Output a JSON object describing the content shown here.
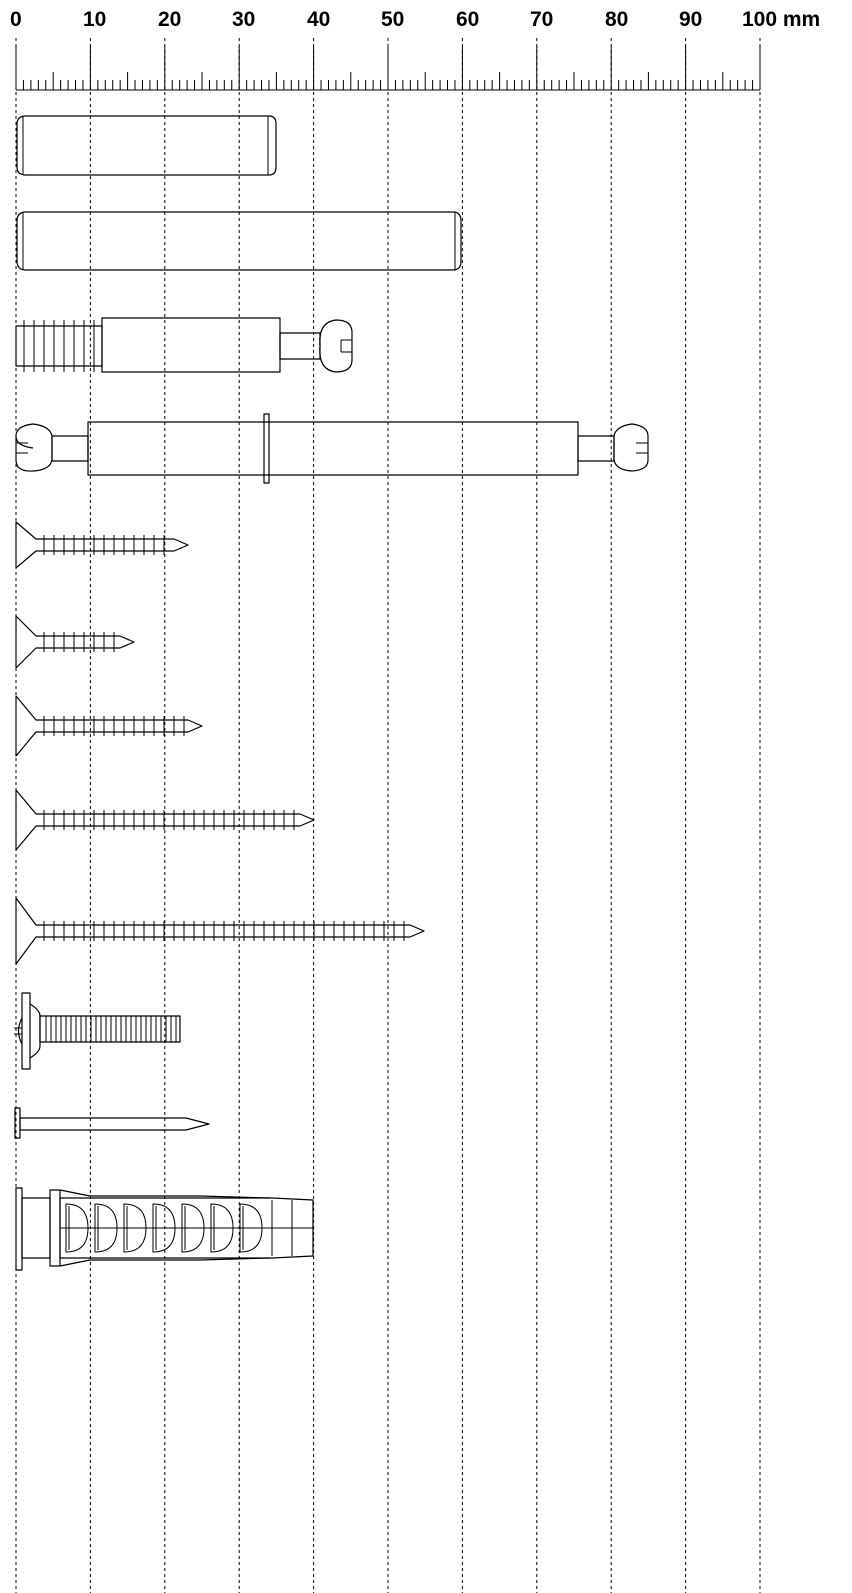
{
  "scale": {
    "unit_label": "100 mm",
    "tick_labels": [
      "0",
      "10",
      "20",
      "30",
      "40",
      "50",
      "60",
      "70",
      "80",
      "90",
      "100 mm"
    ],
    "major_step_mm": 10,
    "minor_step_mm": 1,
    "range_mm": [
      0,
      100
    ]
  },
  "parts": [
    {
      "id": "dowel-short",
      "kind": "wood dowel",
      "icon": "dowel-icon"
    },
    {
      "id": "dowel-long",
      "kind": "wood dowel",
      "icon": "dowel-icon"
    },
    {
      "id": "connector-bolt",
      "kind": "cam connector bolt",
      "icon": "connector-bolt-icon"
    },
    {
      "id": "double-ended-bolt",
      "kind": "double-ended connector bolt",
      "icon": "double-bolt-icon"
    },
    {
      "id": "screw-1",
      "kind": "countersunk wood screw",
      "icon": "screw-icon"
    },
    {
      "id": "screw-2",
      "kind": "countersunk wood screw",
      "icon": "screw-icon"
    },
    {
      "id": "screw-3",
      "kind": "countersunk wood screw",
      "icon": "screw-icon"
    },
    {
      "id": "screw-4",
      "kind": "countersunk wood screw",
      "icon": "screw-icon"
    },
    {
      "id": "screw-5",
      "kind": "countersunk wood screw",
      "icon": "screw-icon"
    },
    {
      "id": "machine-screw",
      "kind": "machine screw with washer head",
      "icon": "machine-screw-icon"
    },
    {
      "id": "nail",
      "kind": "nail",
      "icon": "nail-icon"
    },
    {
      "id": "wall-plug",
      "kind": "wall plug anchor",
      "icon": "wall-plug-icon"
    }
  ]
}
